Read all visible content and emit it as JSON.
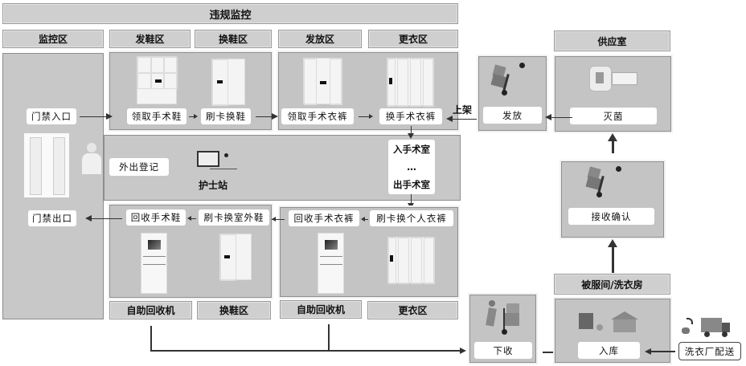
{
  "title": "违规监控",
  "zones": {
    "monitor": "监控区",
    "shoe_issue": "发鞋区",
    "shoe_change": "换鞋区",
    "issue": "发放区",
    "change_clothes": "更衣区",
    "supply": "供应室",
    "recovery_machine_1": "自助回收机",
    "shoe_change_2": "换鞋区",
    "recovery_machine_2": "自助回收机",
    "change_clothes_2": "更衣区",
    "laundry_room": "被服间/洗衣房"
  },
  "steps": {
    "entry": "门禁入口",
    "get_shoes": "领取手术鞋",
    "swipe_shoes": "刷卡换鞋",
    "get_clothes": "领取手术衣裤",
    "change_clothes": "换手术衣裤",
    "enter_or": "入手术室",
    "ellipsis": "…",
    "exit_or": "出手术室",
    "swipe_personal": "刷卡换个人衣裤",
    "recover_clothes": "回收手术衣裤",
    "swipe_outdoor_shoes": "刷卡换室外鞋",
    "recover_shoes": "回收手术鞋",
    "exit": "门禁出口",
    "out_register": "外出登记",
    "nurse_station": "护士站",
    "shelf": "上架",
    "issue": "发放",
    "sterilize": "灭菌",
    "receive_confirm": "接收确认",
    "collect": "下收",
    "storage": "入库",
    "laundry_delivery": "洗衣厂配送"
  }
}
